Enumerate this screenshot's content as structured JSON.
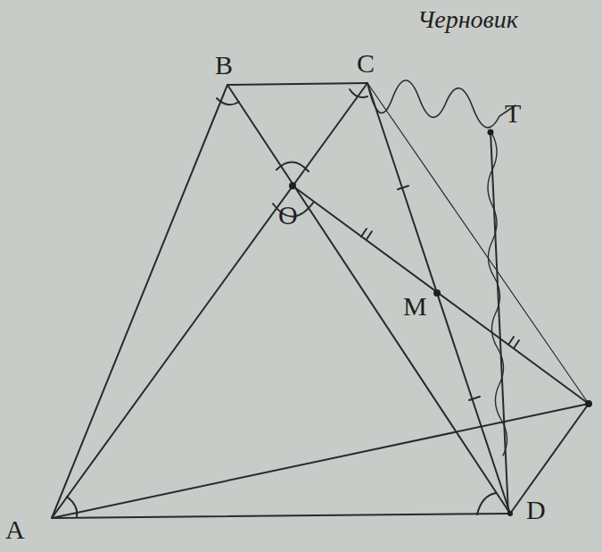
{
  "diagram": {
    "labels": [
      "Черновик",
      "B",
      "C",
      "T",
      "O",
      "M",
      "A",
      "D"
    ]
  }
}
